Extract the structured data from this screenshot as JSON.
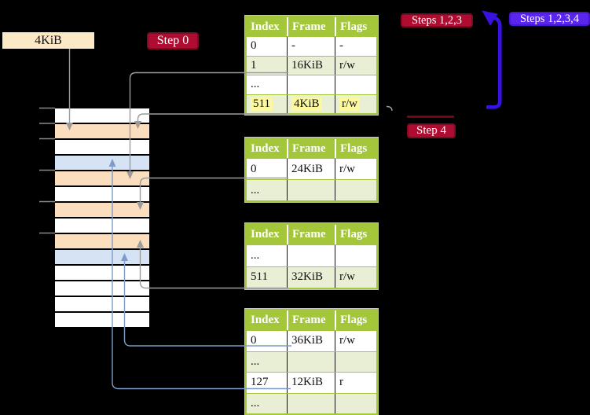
{
  "frame_size_label": "4KiB",
  "badges": {
    "step0": "Step 0",
    "steps123": "Steps 1,2,3",
    "steps1234": "Steps 1,2,3,4",
    "step4": "Step 4"
  },
  "column_headers": [
    "Index",
    "Frame",
    "Flags"
  ],
  "page_tables": {
    "level4": {
      "rows": [
        [
          "0",
          "-",
          "-"
        ],
        [
          "1",
          "16KiB",
          "r/w"
        ],
        [
          "...",
          "",
          ""
        ],
        [
          "511",
          "4KiB",
          "r/w"
        ]
      ],
      "highlighted_row_index": "511"
    },
    "level3": {
      "rows": [
        [
          "0",
          "24KiB",
          "r/w"
        ],
        [
          "...",
          "",
          ""
        ]
      ]
    },
    "level2": {
      "rows": [
        [
          "...",
          "",
          ""
        ],
        [
          "511",
          "32KiB",
          "r/w"
        ]
      ]
    },
    "level1": {
      "rows": [
        [
          "0",
          "36KiB",
          "r/w"
        ],
        [
          "...",
          "",
          ""
        ],
        [
          "127",
          "12KiB",
          "r"
        ],
        [
          "...",
          "",
          ""
        ]
      ]
    }
  },
  "memory_stack": {
    "rows": [
      "white",
      "peach",
      "white",
      "blue",
      "peach",
      "white",
      "peach",
      "white",
      "peach",
      "blue",
      "white",
      "white",
      "white",
      "white"
    ]
  },
  "colors": {
    "background": "#000000",
    "table_header_green": "#a4c63b",
    "table_row_green": "#e9efd5",
    "highlight_yellow": "#fbf8a0",
    "frame_peach": "#fbdebd",
    "frame_blue": "#d6e3f5",
    "label_cream": "#fbe9c5",
    "badge_crimson": "#af0c31",
    "badge_violet": "#5a25ee",
    "connector_gray": "#9b9b9b",
    "connector_blue": "#7d9ccb",
    "loop_arrow_blue": "#3912e2",
    "step4_line_dark_red": "#7a0e20"
  }
}
